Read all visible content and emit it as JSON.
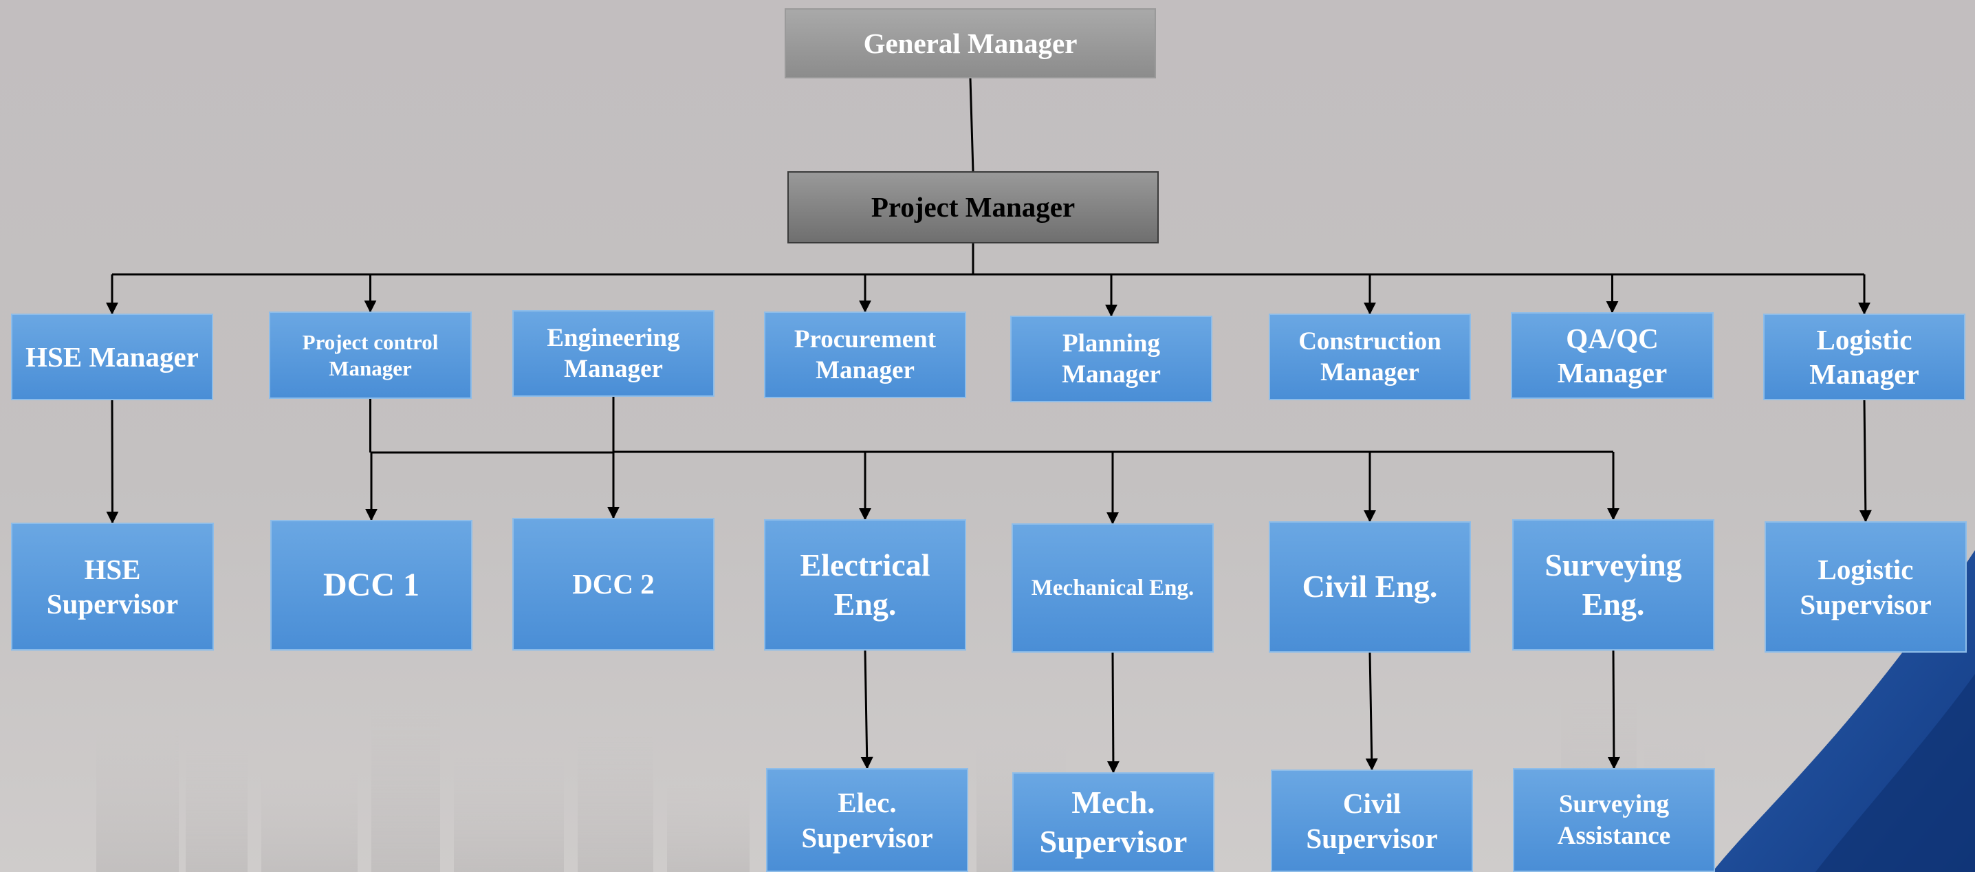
{
  "colors": {
    "box_fill": "#5599dd",
    "box_border": "#8ebde9",
    "general_manager_fill": "#9b9b9b",
    "project_manager_fill": "#858585",
    "connector": "#000000",
    "accent_swoosh": "#1d4a95"
  },
  "nodes": {
    "general_manager": "General Manager",
    "project_manager": "Project Manager",
    "hse_manager": "HSE Manager",
    "project_control_manager": "Project control Manager",
    "engineering_manager": "Engineering Manager",
    "procurement_manager": "Procurement Manager",
    "planning_manager": "Planning Manager",
    "construction_manager": "Construction Manager",
    "qa_qc_manager": "QA/QC Manager",
    "logistic_manager": "Logistic Manager",
    "hse_supervisor": "HSE Supervisor",
    "dcc_1": "DCC 1",
    "dcc_2": "DCC 2",
    "electrical_eng": "Electrical Eng.",
    "mechanical_eng": "Mechanical Eng.",
    "civil_eng": "Civil Eng.",
    "surveying_eng": "Surveying Eng.",
    "logistic_supervisor": "Logistic Supervisor",
    "elec_supervisor": "Elec. Supervisor",
    "mech_supervisor": "Mech. Supervisor",
    "civil_supervisor": "Civil Supervisor",
    "surveying_assistance": "Surveying Assistance"
  },
  "edges": [
    [
      "general_manager",
      "project_manager"
    ],
    [
      "project_manager",
      "hse_manager"
    ],
    [
      "project_manager",
      "project_control_manager"
    ],
    [
      "project_manager",
      "procurement_manager"
    ],
    [
      "project_manager",
      "planning_manager"
    ],
    [
      "project_manager",
      "construction_manager"
    ],
    [
      "project_manager",
      "qa_qc_manager"
    ],
    [
      "project_manager",
      "logistic_manager"
    ],
    [
      "hse_manager",
      "hse_supervisor"
    ],
    [
      "project_control_manager",
      "dcc_1"
    ],
    [
      "project_control_manager",
      "dcc_2"
    ],
    [
      "engineering_manager",
      "electrical_eng"
    ],
    [
      "engineering_manager",
      "mechanical_eng"
    ],
    [
      "engineering_manager",
      "civil_eng"
    ],
    [
      "engineering_manager",
      "surveying_eng"
    ],
    [
      "logistic_manager",
      "logistic_supervisor"
    ],
    [
      "electrical_eng",
      "elec_supervisor"
    ],
    [
      "mechanical_eng",
      "mech_supervisor"
    ],
    [
      "civil_eng",
      "civil_supervisor"
    ],
    [
      "surveying_eng",
      "surveying_assistance"
    ]
  ]
}
